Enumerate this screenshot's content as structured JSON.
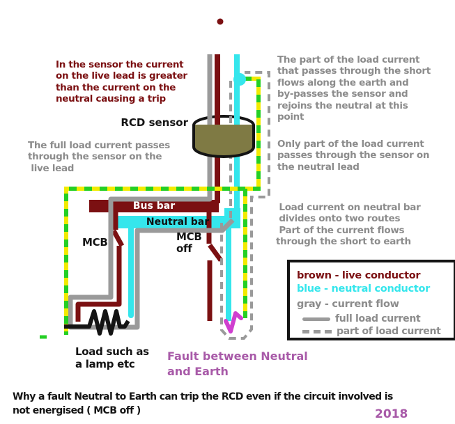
{
  "title_caption": "Why a fault Neutral to Earth can trip the RCD even if the circuit involved is\nnot energised ( MCB off )",
  "year": "2018",
  "notes": {
    "sensor_trip": "In the sensor the current\non the live lead is greater\nthan the current on the\nneutral causing a trip",
    "full_load": "The full load current passes\nthrough the sensor on the\n live lead",
    "part_short": "The part of the load current\nthat passes through the short\nflows along the earth and\nby-passes the sensor and\nrejoins the neutral at this\npoint",
    "only_part": "Only part of the load current\npasses through the sensor on\nthe neutral lead",
    "divides": " Load current on neutral bar\n divides onto two routes\n Part of the current flows\nthrough the short to earth"
  },
  "labels": {
    "rcd_sensor": "RCD sensor",
    "bus_bar": "Bus bar",
    "neutral_bar": "Neutral bar",
    "mcb_left": "MCB",
    "mcb_right": "MCB\noff",
    "load": "Load such as\na lamp etc",
    "fault": "Fault between Neutral\nand Earth"
  },
  "legend": {
    "brown": "brown - live conductor",
    "blue": "blue - neutral conductor",
    "gray": "gray - current flow",
    "full": "full load current",
    "part": "part of load current"
  },
  "colors": {
    "live_brown": "#7b1012",
    "neutral_cyan": "#35e6ec",
    "current_gray": "#9a9a9a",
    "earth_yellow": "#f2ea00",
    "earth_green": "#24cf24",
    "fault_magenta": "#cf3fcf",
    "annotation_gray": "#8c8c8c",
    "purple_text": "#a85aa8",
    "sensor_olive": "#7f7a44",
    "black": "#141414"
  }
}
